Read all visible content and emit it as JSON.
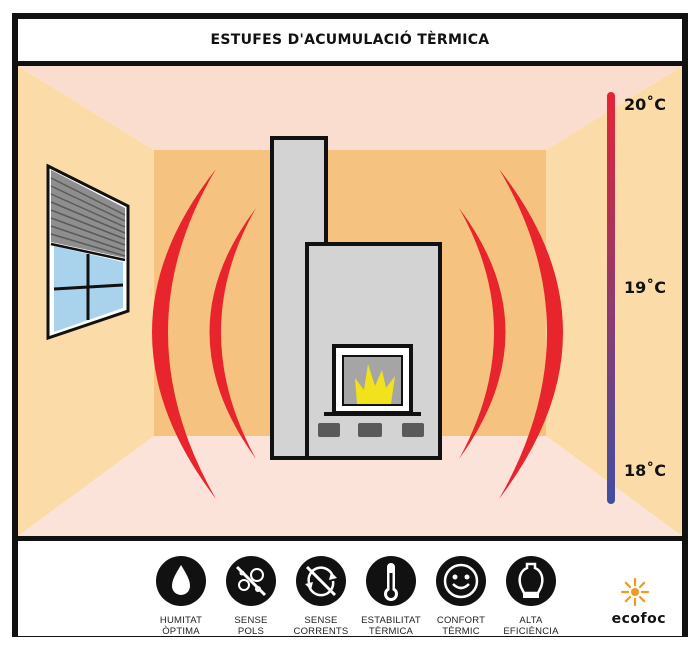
{
  "title": "ESTUFES D'ACUMULACIÓ TÈRMICA",
  "thermometer": {
    "labels": [
      "20˚C",
      "19˚C",
      "18˚C"
    ],
    "gradient_top": "#E52535",
    "gradient_bottom": "#3F4FA3"
  },
  "colors": {
    "wall_side": "#FBDCA8",
    "wall_back": "#F6C27F",
    "ceiling": "#FBDDD0",
    "floor": "#FCE3DA",
    "heat_wave": "#E8242C",
    "stove": "#D3D3D3",
    "outline": "#111111",
    "flame": "#F2E21C"
  },
  "features": [
    {
      "icon": "water-drop-icon",
      "line1": "HUMITAT",
      "line2": "ÒPTIMA"
    },
    {
      "icon": "no-dust-icon",
      "line1": "SENSE",
      "line2": "POLS"
    },
    {
      "icon": "no-draft-icon",
      "line1": "SENSE",
      "line2": "CORRENTS"
    },
    {
      "icon": "thermometer-icon",
      "line1": "ESTABILITAT",
      "line2": "TÈRMICA"
    },
    {
      "icon": "smiley-icon",
      "line1": "CONFORT",
      "line2": "TÈRMIC"
    },
    {
      "icon": "urn-icon",
      "line1": "ALTA",
      "line2": "EFICIÈNCIA"
    }
  ],
  "brand": {
    "name": "ecofoc",
    "logo_icon": "sun-logo-icon"
  }
}
